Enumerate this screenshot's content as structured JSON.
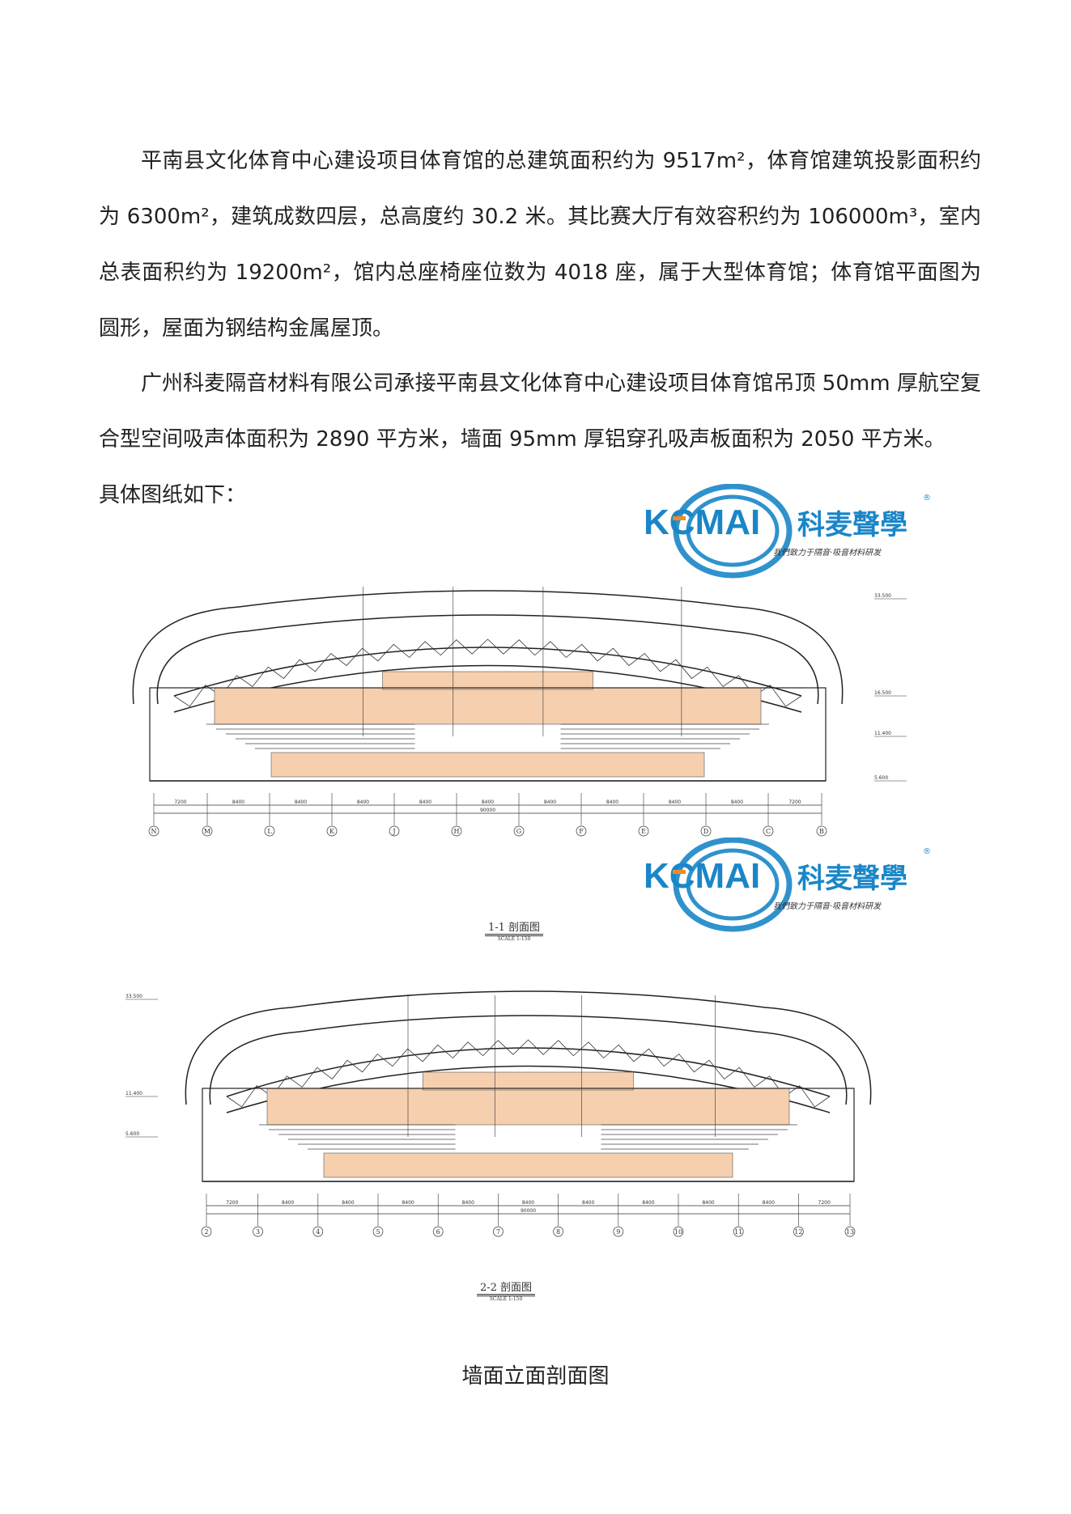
{
  "paragraphs": [
    "平南县文化体育中心建设项目体育馆的总建筑面积约为 9517m²，体育馆建筑投影面积约为 6300m²，建筑成数四层，总高度约 30.2 米。其比赛大厅有效容积约为 106000m³，室内总表面积约为 19200m²，馆内总座椅座位数为 4018 座，属于大型体育馆；体育馆平面图为圆形，屋面为钢结构金属屋顶。",
    "广州科麦隔音材料有限公司承接平南县文化体育中心建设项目体育馆吊顶 50mm 厚航空复合型空间吸声体面积为 2890 平方米，墙面 95mm 厚铝穿孔吸声板面积为 2050 平方米。",
    "具体图纸如下："
  ],
  "drawings": [
    {
      "title": "1-1 剖面图",
      "scale": "SCALE 1:150",
      "axes": [
        "N",
        "M",
        "L",
        "K",
        "J",
        "H",
        "G",
        "F",
        "E",
        "D",
        "C",
        "B"
      ],
      "dims": [
        "7200",
        "8400",
        "8400",
        "8400",
        "8400",
        "8400",
        "8400",
        "8400",
        "8400",
        "8400",
        "7200"
      ],
      "total": "90000",
      "elevations": [
        "33.500",
        "16.500",
        "11.400",
        "5.600"
      ]
    },
    {
      "title": "2-2 剖面图",
      "scale": "SCALE 1:150",
      "axes": [
        "2",
        "3",
        "4",
        "5",
        "6",
        "7",
        "8",
        "9",
        "10",
        "11",
        "12",
        "13"
      ],
      "dims": [
        "7200",
        "8400",
        "8400",
        "8400",
        "8400",
        "8400",
        "8400",
        "8400",
        "8400",
        "8400",
        "7200"
      ],
      "total": "90000",
      "elevations": [
        "33.500",
        "11.400",
        "5.600"
      ]
    }
  ],
  "figure_caption": "墙面立面剖面图",
  "watermark": {
    "brand": "KCMAI",
    "cn": "科麦聲學",
    "slogan": "我們致力于隔音·吸音材料研发",
    "color": "#1a86c8",
    "accent": "#f08a24"
  }
}
